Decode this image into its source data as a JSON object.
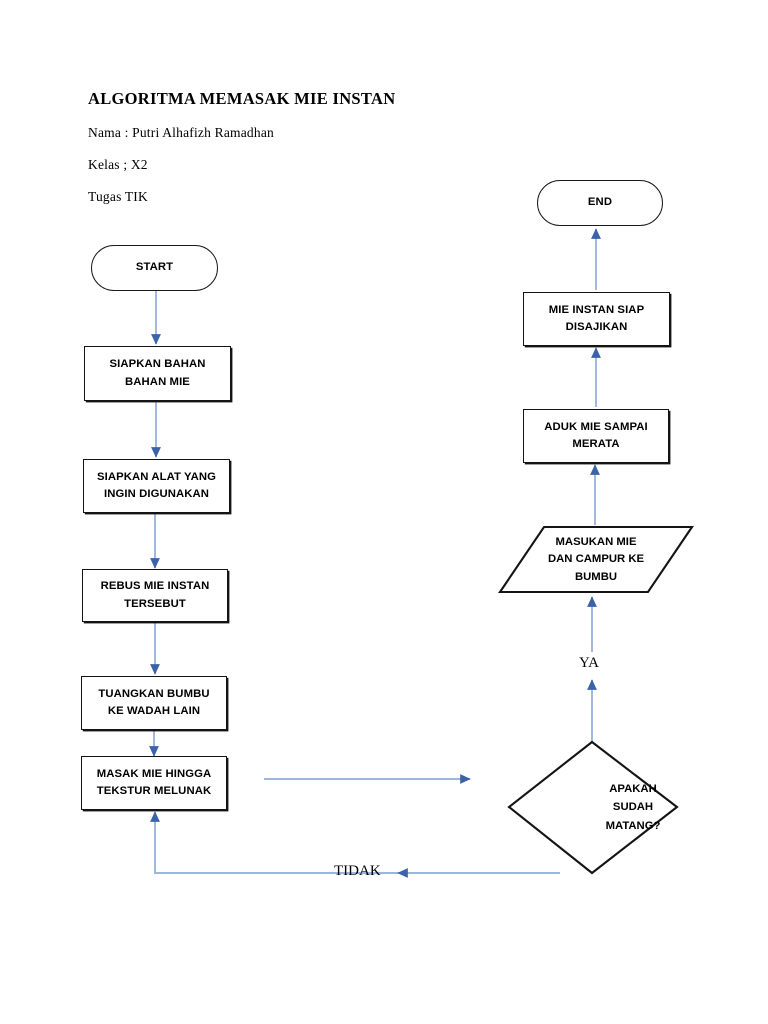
{
  "document": {
    "title": "ALGORITMA MEMASAK MIE INSTAN",
    "name_line": "Nama : Putri Alhafizh Ramadhan",
    "class_line": "Kelas ; X2",
    "task_line": "Tugas TIK"
  },
  "colors": {
    "connector_line": "#9DB4DC",
    "connector_head": "#3C63A8",
    "node_border": "#141414",
    "text": "#000000",
    "background": "#FFFFFF"
  },
  "flowchart": {
    "type": "flowchart",
    "orientation": "two-column, left column top-to-bottom then right column bottom-to-top",
    "nodes": [
      {
        "id": "start",
        "shape": "stadium",
        "label": "START"
      },
      {
        "id": "n1",
        "shape": "rectangle",
        "label": "SIAPKAN BAHAN BAHAN MIE",
        "line1": "SIAPKAN BAHAN",
        "line2": "BAHAN MIE"
      },
      {
        "id": "n2",
        "shape": "rectangle",
        "label": "SIAPKAN ALAT YANG INGIN DIGUNAKAN",
        "line1": "SIAPKAN ALAT YANG",
        "line2": "INGIN DIGUNAKAN"
      },
      {
        "id": "n3",
        "shape": "rectangle",
        "label": "REBUS MIE INSTAN TERSEBUT",
        "line1": "REBUS MIE INSTAN",
        "line2": "TERSEBUT"
      },
      {
        "id": "n4",
        "shape": "rectangle",
        "label": "TUANGKAN BUMBU KE WADAH LAIN",
        "line1": "TUANGKAN BUMBU",
        "line2": "KE WADAH LAIN"
      },
      {
        "id": "n5",
        "shape": "rectangle",
        "label": "MASAK MIE HINGGA TEKSTUR MELUNAK",
        "line1": "MASAK MIE HINGGA",
        "line2": "TEKSTUR MELUNAK"
      },
      {
        "id": "dec",
        "shape": "diamond",
        "label": "APAKAH SUDAH MATANG?",
        "line1": "APAKAH",
        "line2": "SUDAH",
        "line3": "MATANG?"
      },
      {
        "id": "n6",
        "shape": "parallelogram",
        "label": "MASUKAN MIE DAN CAMPUR KE BUMBU",
        "line1": "MASUKAN MIE",
        "line2": "DAN CAMPUR KE",
        "line3": "BUMBU"
      },
      {
        "id": "n7",
        "shape": "rectangle",
        "label": "ADUK MIE SAMPAI MERATA",
        "line1": "ADUK MIE SAMPAI",
        "line2": "MERATA"
      },
      {
        "id": "n8",
        "shape": "rectangle",
        "label": "MIE INSTAN SIAP DISAJIKAN",
        "line1": "MIE INSTAN SIAP",
        "line2": "DISAJIKAN"
      },
      {
        "id": "end",
        "shape": "stadium",
        "label": "END"
      }
    ],
    "edges": [
      {
        "from": "start",
        "to": "n1",
        "label": ""
      },
      {
        "from": "n1",
        "to": "n2",
        "label": ""
      },
      {
        "from": "n2",
        "to": "n3",
        "label": ""
      },
      {
        "from": "n3",
        "to": "n4",
        "label": ""
      },
      {
        "from": "n4",
        "to": "n5",
        "label": ""
      },
      {
        "from": "n5",
        "to": "dec",
        "label": ""
      },
      {
        "from": "dec",
        "to": "n6",
        "label": "YA"
      },
      {
        "from": "dec",
        "to": "n5",
        "label": "TIDAK"
      },
      {
        "from": "n6",
        "to": "n7",
        "label": ""
      },
      {
        "from": "n7",
        "to": "n8",
        "label": ""
      },
      {
        "from": "n8",
        "to": "end",
        "label": ""
      }
    ],
    "branch_labels": {
      "yes": "YA",
      "no": "TIDAK"
    }
  }
}
